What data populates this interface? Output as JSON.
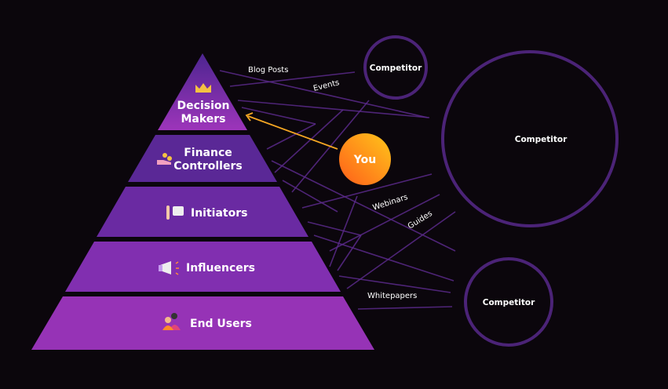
{
  "pyramid": {
    "tiers": [
      {
        "label_line1": "Decision",
        "label_line2": "Makers",
        "icon": "crown-icon"
      },
      {
        "label_line1": "Finance",
        "label_line2": "Controllers",
        "icon": "hand-coins-icon"
      },
      {
        "label": "Initiators",
        "icon": "speech-hand-icon"
      },
      {
        "label": "Influencers",
        "icon": "megaphone-icon"
      },
      {
        "label": "End Users",
        "icon": "users-icon"
      }
    ]
  },
  "you": {
    "label": "You",
    "color_start": "#ffc21a",
    "color_end": "#ff6a1a"
  },
  "competitors": [
    {
      "label": "Competitor"
    },
    {
      "label": "Competitor"
    },
    {
      "label": "Competitor"
    }
  ],
  "channels": [
    "Blog Posts",
    "Events",
    "Webinars",
    "Guides",
    "Whitepapers"
  ],
  "colors": {
    "background": "#0b060c",
    "tier_dark": "#4f2590",
    "tier_light": "#9b34b8",
    "ring": "#4b2377",
    "arrow": "#f5a623"
  }
}
